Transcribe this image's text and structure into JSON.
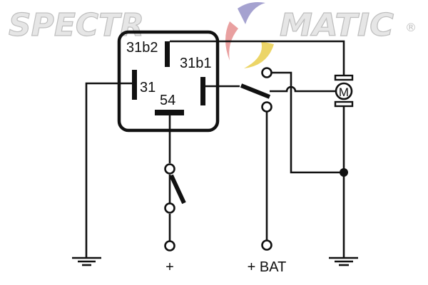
{
  "watermark": {
    "left": "SPECTR",
    "right": "MATIC",
    "registered": "®"
  },
  "colors": {
    "wire": "#111111",
    "logo_purple": "#8a86c2",
    "logo_red": "#e07a7a",
    "logo_yellow": "#e6c83a"
  },
  "relay": {
    "pins": [
      {
        "id": "31b2",
        "label": "31b2"
      },
      {
        "id": "31b1",
        "label": "31b1"
      },
      {
        "id": "31",
        "label": "31"
      },
      {
        "id": "54",
        "label": "54"
      }
    ]
  },
  "motor": {
    "label": "M"
  },
  "terminals": {
    "plus": "+",
    "battery": "+ BAT"
  }
}
